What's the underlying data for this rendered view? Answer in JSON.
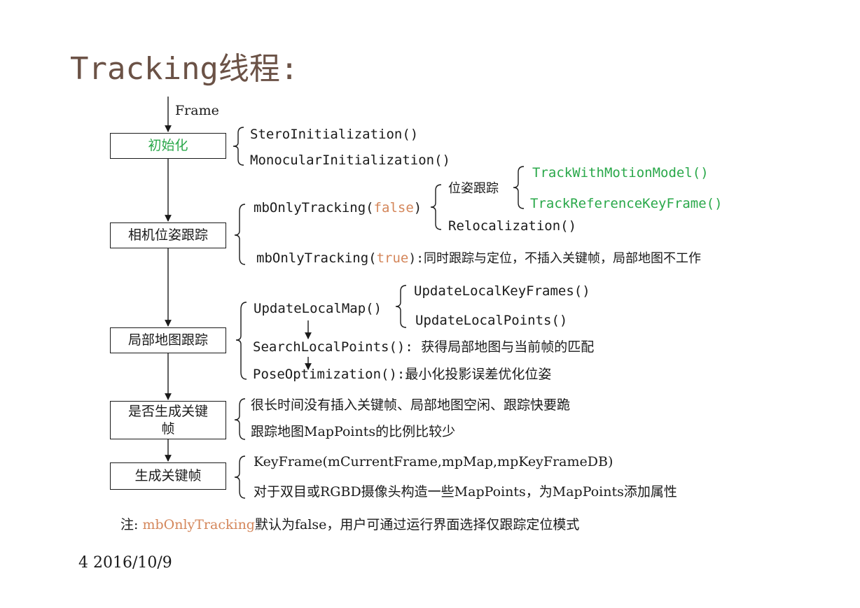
{
  "slide": {
    "title": "Tracking线程:",
    "footer": "4 2016/10/9"
  },
  "diagram": {
    "input_label": "Frame",
    "boxes": {
      "init": "初始化",
      "camera_pose": "相机位姿跟踪",
      "local_map": "局部地图跟踪",
      "keyframe_decide_line1": "是否生成关键",
      "keyframe_decide_line2": "帧",
      "keyframe_create": "生成关键帧"
    },
    "init_branches": {
      "stereo": "SteroInitialization()",
      "mono": "MonocularInitialization()"
    },
    "tracking": {
      "false_prefix": "mbOnlyTracking(",
      "false_value": "false",
      "false_suffix": ")",
      "pose_tracking": "位姿跟踪",
      "motion_model": "TrackWithMotionModel()",
      "reference_kf": "TrackReferenceKeyFrame()",
      "reloc": "Relocalization()",
      "true_prefix": "mbOnlyTracking(",
      "true_value": "true",
      "true_suffix": "):同时跟踪与定位，不插入关键帧，局部地图不工作"
    },
    "local_map": {
      "update_local_map": "UpdateLocalMap()",
      "update_kfs": "UpdateLocalKeyFrames()",
      "update_points": "UpdateLocalPoints()",
      "search_points": "SearchLocalPoints(): 获得局部地图与当前帧的匹配",
      "pose_opt": "PoseOptimization():最小化投影误差优化位姿"
    },
    "keyframe_decide": {
      "cond1": "很长时间没有插入关键帧、局部地图空闲、跟踪快要跪",
      "cond2": "跟踪地图MapPoints的比例比较少"
    },
    "keyframe_create": {
      "ctor": "KeyFrame(mCurrentFrame,mpMap,mpKeyFrameDB)",
      "stereo_note": "对于双目或RGBD摄像头构造一些MapPoints，为MapPoints添加属性"
    },
    "note": {
      "prefix": "注:  ",
      "highlight": "mbOnlyTracking",
      "suffix": "默认为false，用户可通过运行界面选择仅跟踪定位模式"
    }
  },
  "colors": {
    "title": "#6b5246",
    "highlight_green": "#2aa84a",
    "highlight_orange": "#d4865a"
  }
}
